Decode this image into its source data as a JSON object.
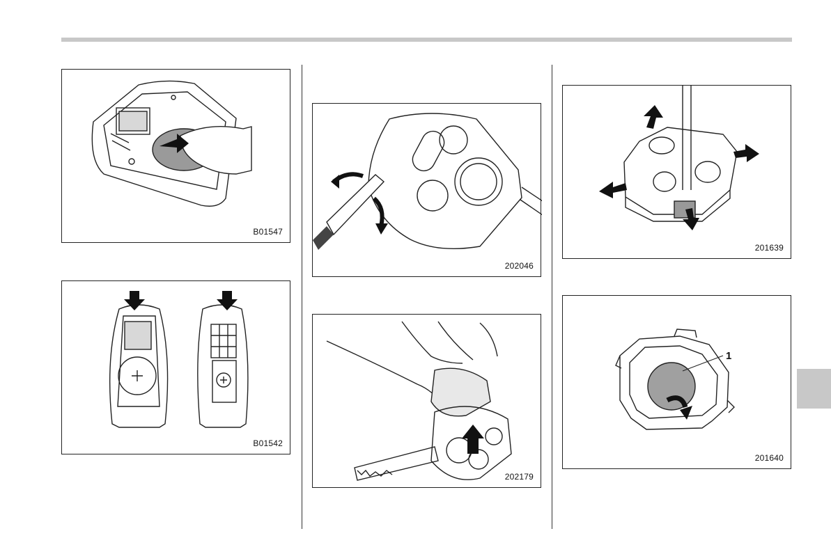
{
  "figures": {
    "fig1": {
      "code": "B01547"
    },
    "fig2": {
      "code": "B01542"
    },
    "fig3": {
      "code": "202046"
    },
    "fig4": {
      "code": "202179"
    },
    "fig5": {
      "code": "201639"
    },
    "fig6": {
      "code": "201640",
      "callout": "1"
    }
  },
  "colors": {
    "rule": "#c8c8c8",
    "line": "#222222",
    "battery": "#a0a0a0"
  }
}
